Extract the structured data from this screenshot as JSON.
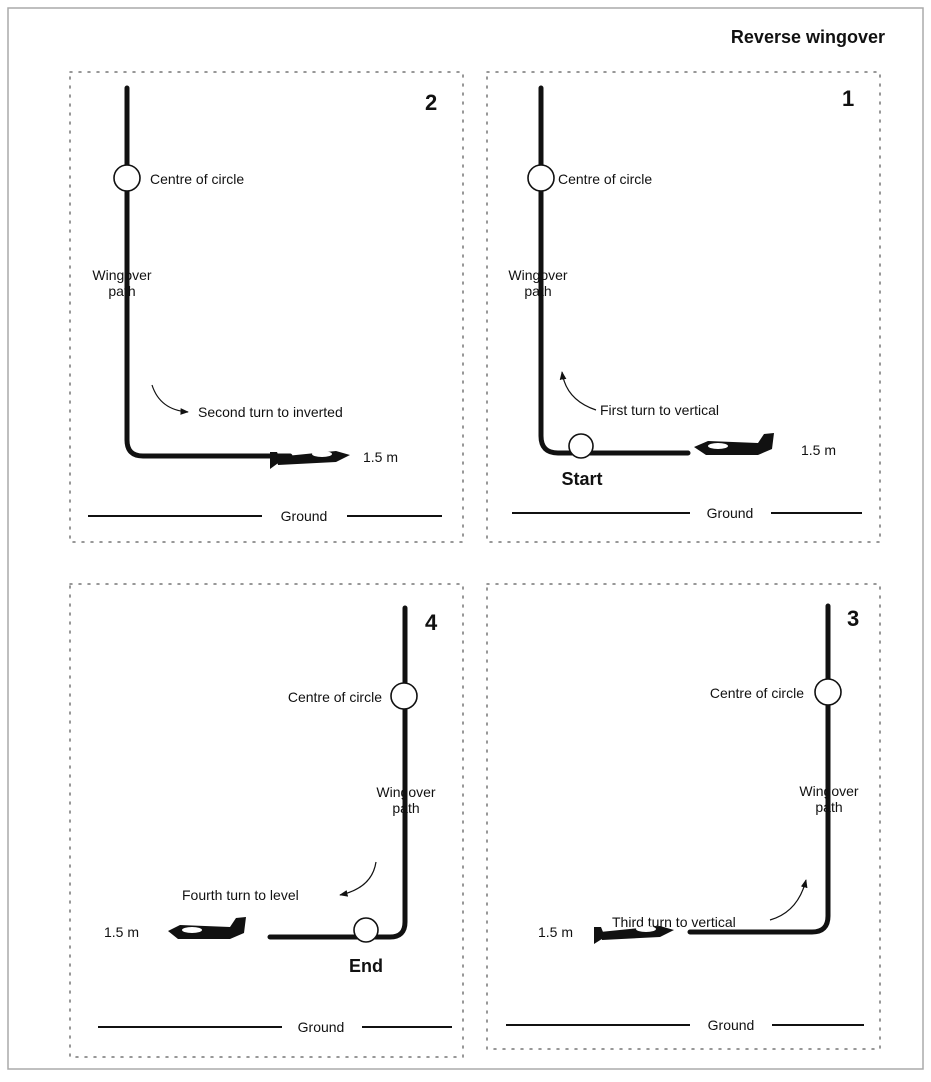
{
  "title": "Reverse wingover",
  "panels": [
    {
      "number": "2",
      "centre_label": "Centre of circle",
      "path_label": [
        "Wingover",
        "path"
      ],
      "turn_label": "Second turn to inverted",
      "height_label": "1.5 m",
      "ground_label": "Ground"
    },
    {
      "number": "1",
      "centre_label": "Centre of circle",
      "path_label": [
        "Wingover",
        "path"
      ],
      "turn_label": "First turn to vertical",
      "height_label": "1.5 m",
      "point_label": "Start",
      "ground_label": "Ground"
    },
    {
      "number": "4",
      "centre_label": "Centre of circle",
      "path_label": [
        "Wingover",
        "path"
      ],
      "turn_label": "Fourth turn to level",
      "height_label": "1.5 m",
      "point_label": "End",
      "ground_label": "Ground"
    },
    {
      "number": "3",
      "centre_label": "Centre of circle",
      "path_label": [
        "Wingover",
        "path"
      ],
      "turn_label": "Third turn to vertical",
      "height_label": "1.5 m",
      "ground_label": "Ground"
    }
  ]
}
